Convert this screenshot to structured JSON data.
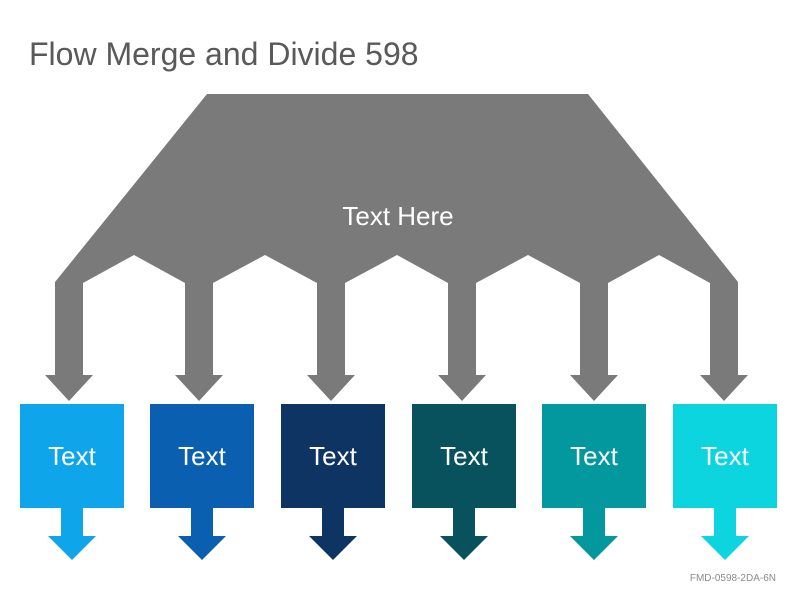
{
  "title": "Flow Merge and Divide 598",
  "merge_label": "Text Here",
  "boxes": [
    {
      "label": "Text",
      "color": "#0ea5ea"
    },
    {
      "label": "Text",
      "color": "#0a5fb0"
    },
    {
      "label": "Text",
      "color": "#0d3463"
    },
    {
      "label": "Text",
      "color": "#08525e"
    },
    {
      "label": "Text",
      "color": "#03989e"
    },
    {
      "label": "Text",
      "color": "#0dd5df"
    }
  ],
  "shape_color": "#7a7a7a",
  "footer_code": "FMD-0598-2DA-6N"
}
